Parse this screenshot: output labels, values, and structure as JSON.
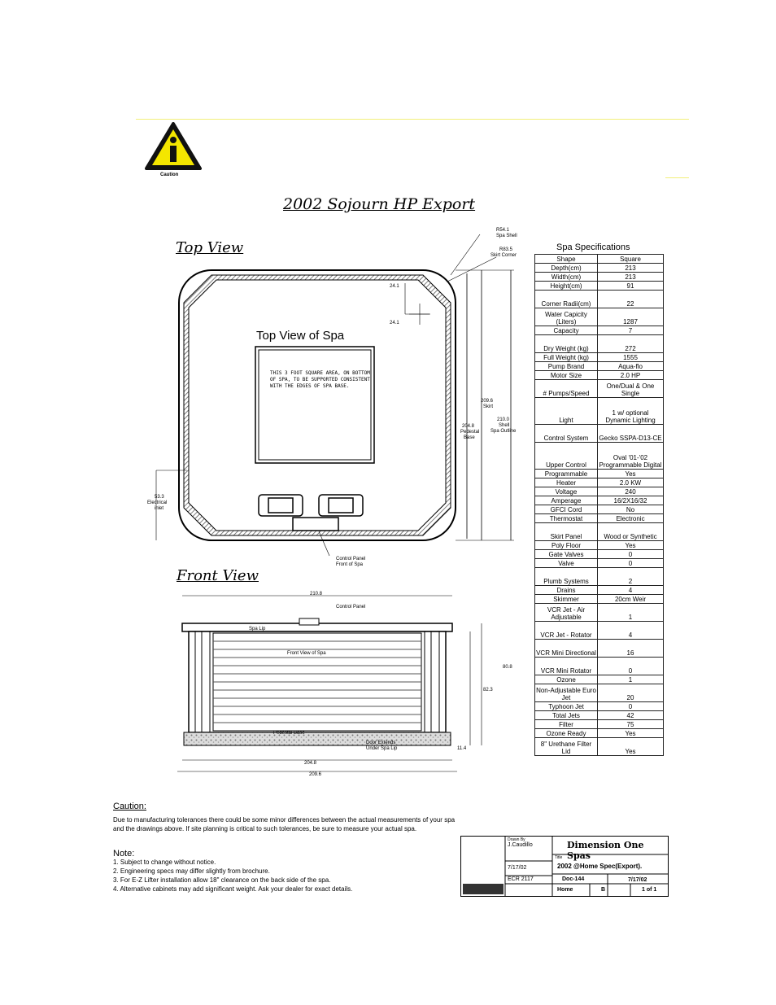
{
  "header": {
    "caution_icon": "info-warning-icon",
    "caution_label": "Caution"
  },
  "drawing": {
    "title": "2002 Sojourn HP Export",
    "top_view_title": "Top View",
    "top_view_of_spa": "Top View of Spa",
    "square_note": "THIS 3 FOOT SQUARE AREA, ON BOTTOM OF SPA, TO BE SUPPORTED CONSISTENT WITH THE EDGES OF SPA BASE.",
    "dims": {
      "r54": "R54.1",
      "r54_sub": "Spa Shell",
      "r83": "R83.5",
      "r83_sub": "Skirt Corner",
      "d241a": "24.1",
      "d241b": "24.1",
      "d2096": "209.6",
      "d2096_sub": "Skirt",
      "d2100": "210.0",
      "d2100_sub1": "Shell",
      "d2100_sub2": "Spa Outline",
      "d2048": "204.8",
      "d2048_sub1": "Pedestal",
      "d2048_sub2": "Base",
      "d533": "53.3",
      "d533_sub1": "Electrical",
      "d533_sub2": "inlet",
      "control_panel": "Control Panel",
      "front_of_spa": "Front of Spa"
    },
    "front_view_title": "Front View",
    "front": {
      "width_top": "210.8",
      "control_panel": "Control Panel",
      "spa_lip": "Spa Lip",
      "front_view_of_spa": "Front View of Spa",
      "pedestal_base": "Pedestal Base",
      "d808": "80.8",
      "d823": "82.3",
      "d114": "11.4",
      "door_sub1": "Door Extends",
      "door_sub2": "Under Spa Lip",
      "d2048": "204.8",
      "d2096": "209.6"
    }
  },
  "specs": {
    "title": "Spa Specifications",
    "rows": [
      [
        "Shape",
        "Square"
      ],
      [
        "Depth(cm)",
        "213"
      ],
      [
        "Width(cm)",
        "213"
      ],
      [
        "Height(cm)",
        "91"
      ],
      [
        "Corner Radii(cm)",
        "22"
      ],
      [
        "Water Capicity (Liters)",
        "1287"
      ],
      [
        "Capacity",
        "7"
      ],
      [
        "Dry Weight (kg)",
        "272"
      ],
      [
        "Full Weight (kg)",
        "1555"
      ],
      [
        "Pump Brand",
        "Aqua-flo"
      ],
      [
        "Motor Size",
        "2.0 HP"
      ],
      [
        "# Pumps/Speed",
        "One/Dual & One Single"
      ],
      [
        "Light",
        "1 w/ optional Dynamic Lighting"
      ],
      [
        "Control System",
        "Gecko SSPA-D13-CE"
      ],
      [
        "Upper Control",
        "Oval '01-'02 Programmable Digital"
      ],
      [
        "Programmable",
        "Yes"
      ],
      [
        "Heater",
        "2.0 KW"
      ],
      [
        "Voltage",
        "240"
      ],
      [
        "Amperage",
        "16/2X16/32"
      ],
      [
        "GFCI Cord",
        "No"
      ],
      [
        "Thermostat",
        "Electronic"
      ],
      [
        "Skirt Panel",
        "Wood or Synthetic"
      ],
      [
        "Poly Floor",
        "Yes"
      ],
      [
        "Gate Valves",
        "0"
      ],
      [
        "Valve",
        "0"
      ],
      [
        "Plumb Systems",
        "2"
      ],
      [
        "Drains",
        "4"
      ],
      [
        "Skimmer",
        "20cm Weir"
      ],
      [
        "VCR Jet - Air Adjustable",
        "1"
      ],
      [
        "VCR Jet - Rotator",
        "4"
      ],
      [
        "VCR Mini Directional",
        "16"
      ],
      [
        "VCR Mini Rotator",
        "0"
      ],
      [
        "Ozone",
        "1"
      ],
      [
        "Non-Adjustable Euro Jet",
        "20"
      ],
      [
        "Typhoon Jet",
        "0"
      ],
      [
        "Total Jets",
        "42"
      ],
      [
        "Filter",
        "75"
      ],
      [
        "Ozone Ready",
        "Yes"
      ],
      [
        "8\" Urethane Filter Lid",
        "Yes"
      ]
    ]
  },
  "caution": {
    "title": "Caution:",
    "text": "Due to manufacturing tolerances there could be some minor differences between the actual measurements of your spa and the drawings above. If site planning is critical to such tolerances, be sure to measure your actual spa."
  },
  "notes": {
    "title": "Note:",
    "items": [
      "1.   Subject to change without notice.",
      "2.   Engineering specs may differ slightly from brochure.",
      "3.   For E-Z Lifter installation allow 18\" clearance on the back side of the spa.",
      "4.   Alternative cabinets may add significant weight.  Ask your dealer for exact details."
    ]
  },
  "title_block": {
    "drawn_by_label": "Drawn By",
    "drawn_by": "J.Caudillo",
    "company": "Dimension One Spas",
    "date1": "7/17/02",
    "title_label": "Title",
    "title": "2002 @Home Spec(Export).",
    "ecr": "ECR 2117",
    "doc": "Doc-144",
    "date2": "7/17/02",
    "home": "Home",
    "rev": "B",
    "sheet": "1 of 1"
  }
}
